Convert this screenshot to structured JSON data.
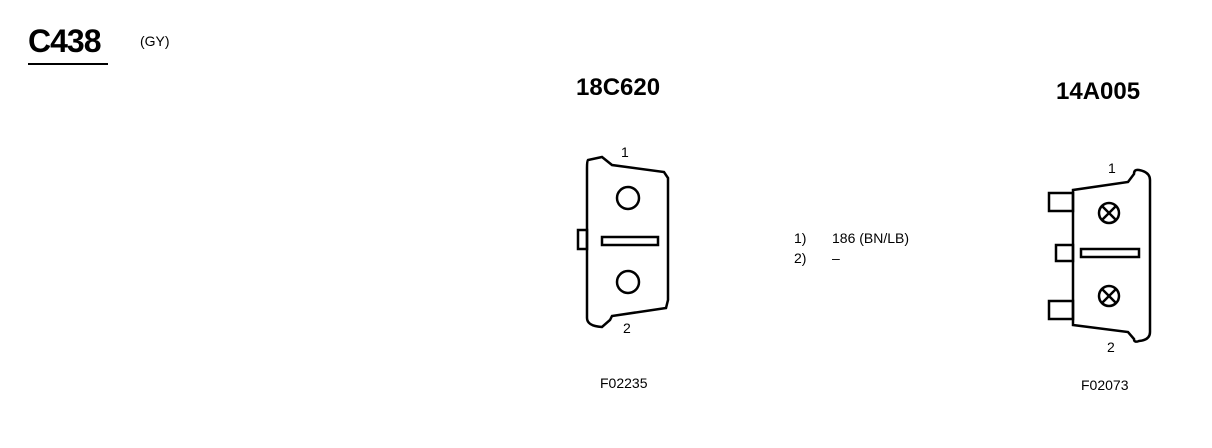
{
  "connector": {
    "id": "C438",
    "color_code": "(GY)"
  },
  "views": [
    {
      "part_number": "18C620",
      "figure_number": "F02235",
      "pin_labels": [
        "1",
        "2"
      ]
    },
    {
      "part_number": "14A005",
      "figure_number": "F02073",
      "pin_labels": [
        "1",
        "2"
      ]
    }
  ],
  "pins": [
    {
      "number": "1)",
      "circuit": "186 (BN/LB)"
    },
    {
      "number": "2)",
      "circuit": "–"
    }
  ]
}
